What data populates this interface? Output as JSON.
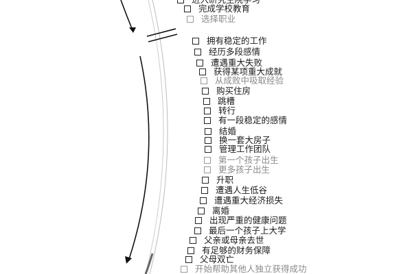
{
  "checklist": {
    "items": [
      {
        "label": "进入研究生院学习",
        "checked": false,
        "dim": false
      },
      {
        "label": "完成学校教育",
        "checked": false,
        "dim": false
      },
      {
        "label": "选择职业",
        "checked": false,
        "dim": true
      },
      {
        "label": "拥有稳定的工作",
        "checked": false,
        "dim": false
      },
      {
        "label": "经历多段感情",
        "checked": false,
        "dim": false
      },
      {
        "label": "遭遇重大失败",
        "checked": false,
        "dim": false
      },
      {
        "label": "获得某项重大成就",
        "checked": false,
        "dim": false
      },
      {
        "label": "从成败中吸取经验",
        "checked": false,
        "dim": true
      },
      {
        "label": "购买住房",
        "checked": false,
        "dim": false
      },
      {
        "label": "跳槽",
        "checked": false,
        "dim": false
      },
      {
        "label": "转行",
        "checked": false,
        "dim": false
      },
      {
        "label": "有一段稳定的感情",
        "checked": false,
        "dim": false
      },
      {
        "label": "结婚",
        "checked": false,
        "dim": false
      },
      {
        "label": "换一套大房子",
        "checked": false,
        "dim": false
      },
      {
        "label": "管理工作团队",
        "checked": false,
        "dim": false
      },
      {
        "label": "第一个孩子出生",
        "checked": false,
        "dim": true
      },
      {
        "label": "更多孩子出生",
        "checked": false,
        "dim": true
      },
      {
        "label": "升职",
        "checked": false,
        "dim": false
      },
      {
        "label": "遭遇人生低谷",
        "checked": false,
        "dim": false
      },
      {
        "label": "遭遇重大经济损失",
        "checked": false,
        "dim": false
      },
      {
        "label": "离婚",
        "checked": false,
        "dim": false
      },
      {
        "label": "出现严重的健康问题",
        "checked": false,
        "dim": false
      },
      {
        "label": "最后一个孩子上大学",
        "checked": false,
        "dim": false
      },
      {
        "label": "父亲或母亲去世",
        "checked": false,
        "dim": false
      },
      {
        "label": "有足够的财务保障",
        "checked": false,
        "dim": false
      },
      {
        "label": "父母双亡",
        "checked": false,
        "dim": false
      },
      {
        "label": "开始帮助其他人独立获得成功",
        "checked": false,
        "dim": true
      }
    ]
  }
}
